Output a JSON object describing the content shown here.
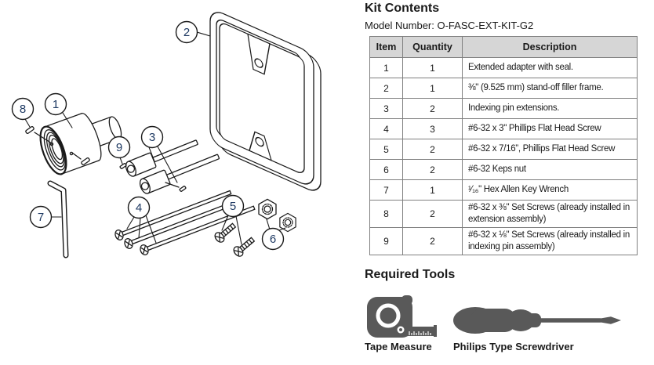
{
  "kit_contents": {
    "title": "Kit Contents",
    "model_number": "Model Number: O-FASC-EXT-KIT-G2",
    "table": {
      "headers": [
        "Item",
        "Quantity",
        "Description"
      ],
      "rows": [
        {
          "item": "1",
          "quantity": "1",
          "description": "Extended adapter with seal."
        },
        {
          "item": "2",
          "quantity": "1",
          "description": "⅜\" (9.525 mm) stand-off filler frame."
        },
        {
          "item": "3",
          "quantity": "2",
          "description": "Indexing pin extensions."
        },
        {
          "item": "4",
          "quantity": "3",
          "description": "#6-32 x 3\" Phillips Flat Head Screw"
        },
        {
          "item": "5",
          "quantity": "2",
          "description": "#6-32 x 7/16”, Phillips Flat Head Screw"
        },
        {
          "item": "6",
          "quantity": "2",
          "description": "#6-32 Keps nut"
        },
        {
          "item": "7",
          "quantity": "1",
          "description": "¹⁄₁₆\" Hex Allen Key Wrench"
        },
        {
          "item": "8",
          "quantity": "2",
          "description": "#6-32 x ⅜\" Set Screws (already installed in extension assembly)"
        },
        {
          "item": "9",
          "quantity": "2",
          "description": "#6-32 x ⅛\" Set Screws (already installed in indexing pin assembly)"
        }
      ]
    }
  },
  "required_tools": {
    "title": "Required Tools",
    "tools": [
      {
        "icon": "tape-measure-icon",
        "label": "Tape Measure"
      },
      {
        "icon": "screwdriver-icon",
        "label": "Philips Type Screwdriver"
      }
    ]
  },
  "diagram": {
    "callouts": {
      "c1": "1",
      "c2": "2",
      "c3": "3",
      "c4": "4",
      "c5": "5",
      "c6": "6",
      "c7": "7",
      "c8": "8",
      "c9": "9"
    }
  },
  "colors": {
    "line": "#1a1a1a",
    "callout_number": "#1f3a63",
    "table_border": "#7f7f7f",
    "table_header_bg": "#d6d6d6",
    "tool_icon": "#595959"
  }
}
